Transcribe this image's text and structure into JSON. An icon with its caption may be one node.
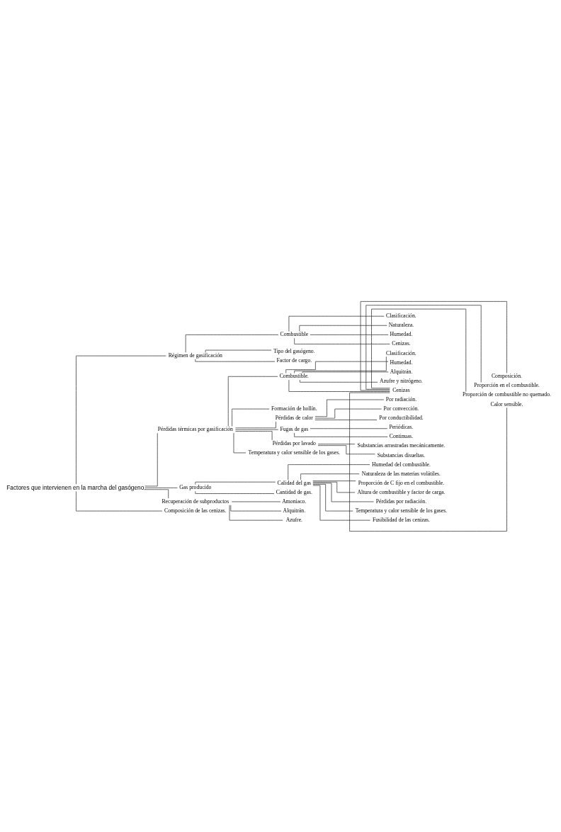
{
  "diagram": {
    "nodes": [
      {
        "text": [
          "Factores que intervienen en la marcha del gasógeno."
        ]
      },
      {
        "text": [
          "Régimen de gasificación"
        ]
      },
      {
        "text": [
          "Combustible"
        ]
      },
      {
        "text": [
          "Clasificación."
        ]
      },
      {
        "text": [
          "Naturaleza."
        ]
      },
      {
        "text": [
          "Humedad."
        ]
      },
      {
        "text": [
          "Cenizas."
        ]
      },
      {
        "text": [
          "Tipo del gasógeno."
        ]
      },
      {
        "text": [
          "Factor de cargo."
        ]
      },
      {
        "text": [
          "Pérdidas térmicas por gasificación"
        ]
      },
      {
        "text": [
          "Combustible."
        ]
      },
      {
        "text": [
          "Clasificación."
        ]
      },
      {
        "text": [
          "Humedad."
        ]
      },
      {
        "text": [
          "Alquitrán."
        ]
      },
      {
        "text": [
          "Azufre y nitrógeno."
        ]
      },
      {
        "text": [
          "Cenizas"
        ]
      },
      {
        "text": [
          "Composición."
        ]
      },
      {
        "text": [
          "Proporción en el combustible."
        ]
      },
      {
        "text": [
          "Proporción de combustible no quemado."
        ]
      },
      {
        "text": [
          "Calor sensible."
        ]
      },
      {
        "text": [
          "Formación de hollín."
        ]
      },
      {
        "text": [
          "Pérdidas de calor"
        ]
      },
      {
        "text": [
          "Por radiación."
        ]
      },
      {
        "text": [
          "Por convección."
        ]
      },
      {
        "text": [
          "Por conductibilidad."
        ]
      },
      {
        "text": [
          "Fugas de gas"
        ]
      },
      {
        "text": [
          "Periódicas."
        ]
      },
      {
        "text": [
          "Continuas."
        ]
      },
      {
        "text": [
          "Pérdidas por lavado"
        ]
      },
      {
        "text": [
          "Substancias arrastradas mecánicamente."
        ]
      },
      {
        "text": [
          "Substancias disueltas."
        ]
      },
      {
        "text": [
          "Temperatura y calor sensible de los gases."
        ]
      },
      {
        "text": [
          "Gas producido"
        ]
      },
      {
        "text": [
          "Calidad del gas"
        ]
      },
      {
        "text": [
          "Humedad del combustible."
        ]
      },
      {
        "text": [
          "Naturaleza de las materias volátiles."
        ]
      },
      {
        "text": [
          "Proporción de C fijo en el combustible."
        ]
      },
      {
        "text": [
          "Altura de combustible y factor de carga."
        ]
      },
      {
        "text": [
          "Pérdidas por radiación."
        ]
      },
      {
        "text": [
          "Temperatura y calor sensible de los gases."
        ]
      },
      {
        "text": [
          "Fusibilidad de las cenizas."
        ]
      },
      {
        "text": [
          "Cantidad de gas."
        ]
      },
      {
        "text": [
          "Recuperación de subproductos"
        ]
      },
      {
        "text": [
          "Amoniaco."
        ]
      },
      {
        "text": [
          "Alquitrán."
        ]
      },
      {
        "text": [
          "Azufre."
        ]
      },
      {
        "text": [
          "Composición de las cenizas."
        ]
      }
    ],
    "edges": [
      {
        "from": 0,
        "to": 1,
        "arrow": "none"
      },
      {
        "from": 1,
        "to": 2,
        "arrow": "none"
      },
      {
        "from": 2,
        "to": 3,
        "arrow": "none"
      },
      {
        "from": 2,
        "to": 4,
        "arrow": "none"
      },
      {
        "from": 2,
        "to": 5,
        "arrow": "none"
      },
      {
        "from": 2,
        "to": 6,
        "arrow": "none"
      },
      {
        "from": 1,
        "to": 7,
        "arrow": "none"
      },
      {
        "from": 1,
        "to": 8,
        "arrow": "none"
      },
      {
        "from": 0,
        "to": 9,
        "arrow": "none"
      },
      {
        "from": 9,
        "to": 10,
        "arrow": "none"
      },
      {
        "from": 10,
        "to": 11,
        "arrow": "none"
      },
      {
        "from": 10,
        "to": 12,
        "arrow": "none"
      },
      {
        "from": 10,
        "to": 13,
        "arrow": "none"
      },
      {
        "from": 10,
        "to": 14,
        "arrow": "none"
      },
      {
        "from": 10,
        "to": 15,
        "arrow": "none"
      },
      {
        "from": 15,
        "to": 16,
        "arrow": "none"
      },
      {
        "from": 15,
        "to": 17,
        "arrow": "none"
      },
      {
        "from": 15,
        "to": 18,
        "arrow": "none"
      },
      {
        "from": 15,
        "to": 19,
        "arrow": "none"
      },
      {
        "from": 9,
        "to": 20,
        "arrow": "none"
      },
      {
        "from": 9,
        "to": 21,
        "arrow": "none"
      },
      {
        "from": 21,
        "to": 22,
        "arrow": "none"
      },
      {
        "from": 21,
        "to": 23,
        "arrow": "none"
      },
      {
        "from": 21,
        "to": 24,
        "arrow": "none"
      },
      {
        "from": 9,
        "to": 25,
        "arrow": "none"
      },
      {
        "from": 25,
        "to": 26,
        "arrow": "none"
      },
      {
        "from": 25,
        "to": 27,
        "arrow": "none"
      },
      {
        "from": 9,
        "to": 28,
        "arrow": "none"
      },
      {
        "from": 28,
        "to": 29,
        "arrow": "none"
      },
      {
        "from": 28,
        "to": 30,
        "arrow": "none"
      },
      {
        "from": 9,
        "to": 31,
        "arrow": "none"
      },
      {
        "from": 0,
        "to": 32,
        "arrow": "none"
      },
      {
        "from": 32,
        "to": 33,
        "arrow": "none"
      },
      {
        "from": 33,
        "to": 34,
        "arrow": "none"
      },
      {
        "from": 33,
        "to": 35,
        "arrow": "none"
      },
      {
        "from": 33,
        "to": 36,
        "arrow": "none"
      },
      {
        "from": 33,
        "to": 37,
        "arrow": "none"
      },
      {
        "from": 33,
        "to": 38,
        "arrow": "none"
      },
      {
        "from": 33,
        "to": 39,
        "arrow": "none"
      },
      {
        "from": 33,
        "to": 40,
        "arrow": "none"
      },
      {
        "from": 32,
        "to": 41,
        "arrow": "none"
      },
      {
        "from": 0,
        "to": 42,
        "arrow": "none"
      },
      {
        "from": 42,
        "to": 43,
        "arrow": "none"
      },
      {
        "from": 42,
        "to": 44,
        "arrow": "none"
      },
      {
        "from": 42,
        "to": 45,
        "arrow": "none"
      },
      {
        "from": 0,
        "to": 46,
        "arrow": "none"
      }
    ]
  }
}
